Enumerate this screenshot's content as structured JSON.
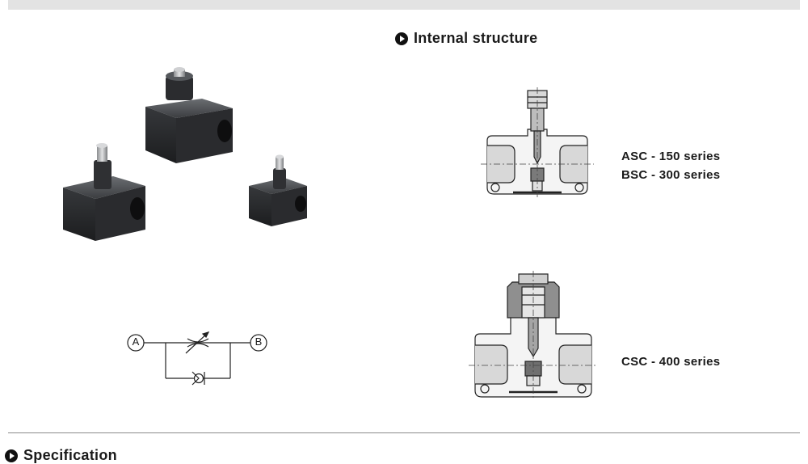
{
  "header": {
    "internal_structure_title": "Internal structure",
    "specification_title": "Specification"
  },
  "diagrams": {
    "upper_label_1": "ASC - 150 series",
    "upper_label_2": "BSC - 300 series",
    "lower_label": "CSC - 400 series"
  },
  "symbol": {
    "port_a": "A",
    "port_b": "B"
  },
  "icons": {
    "heading_bullet": "circle-play-icon"
  }
}
